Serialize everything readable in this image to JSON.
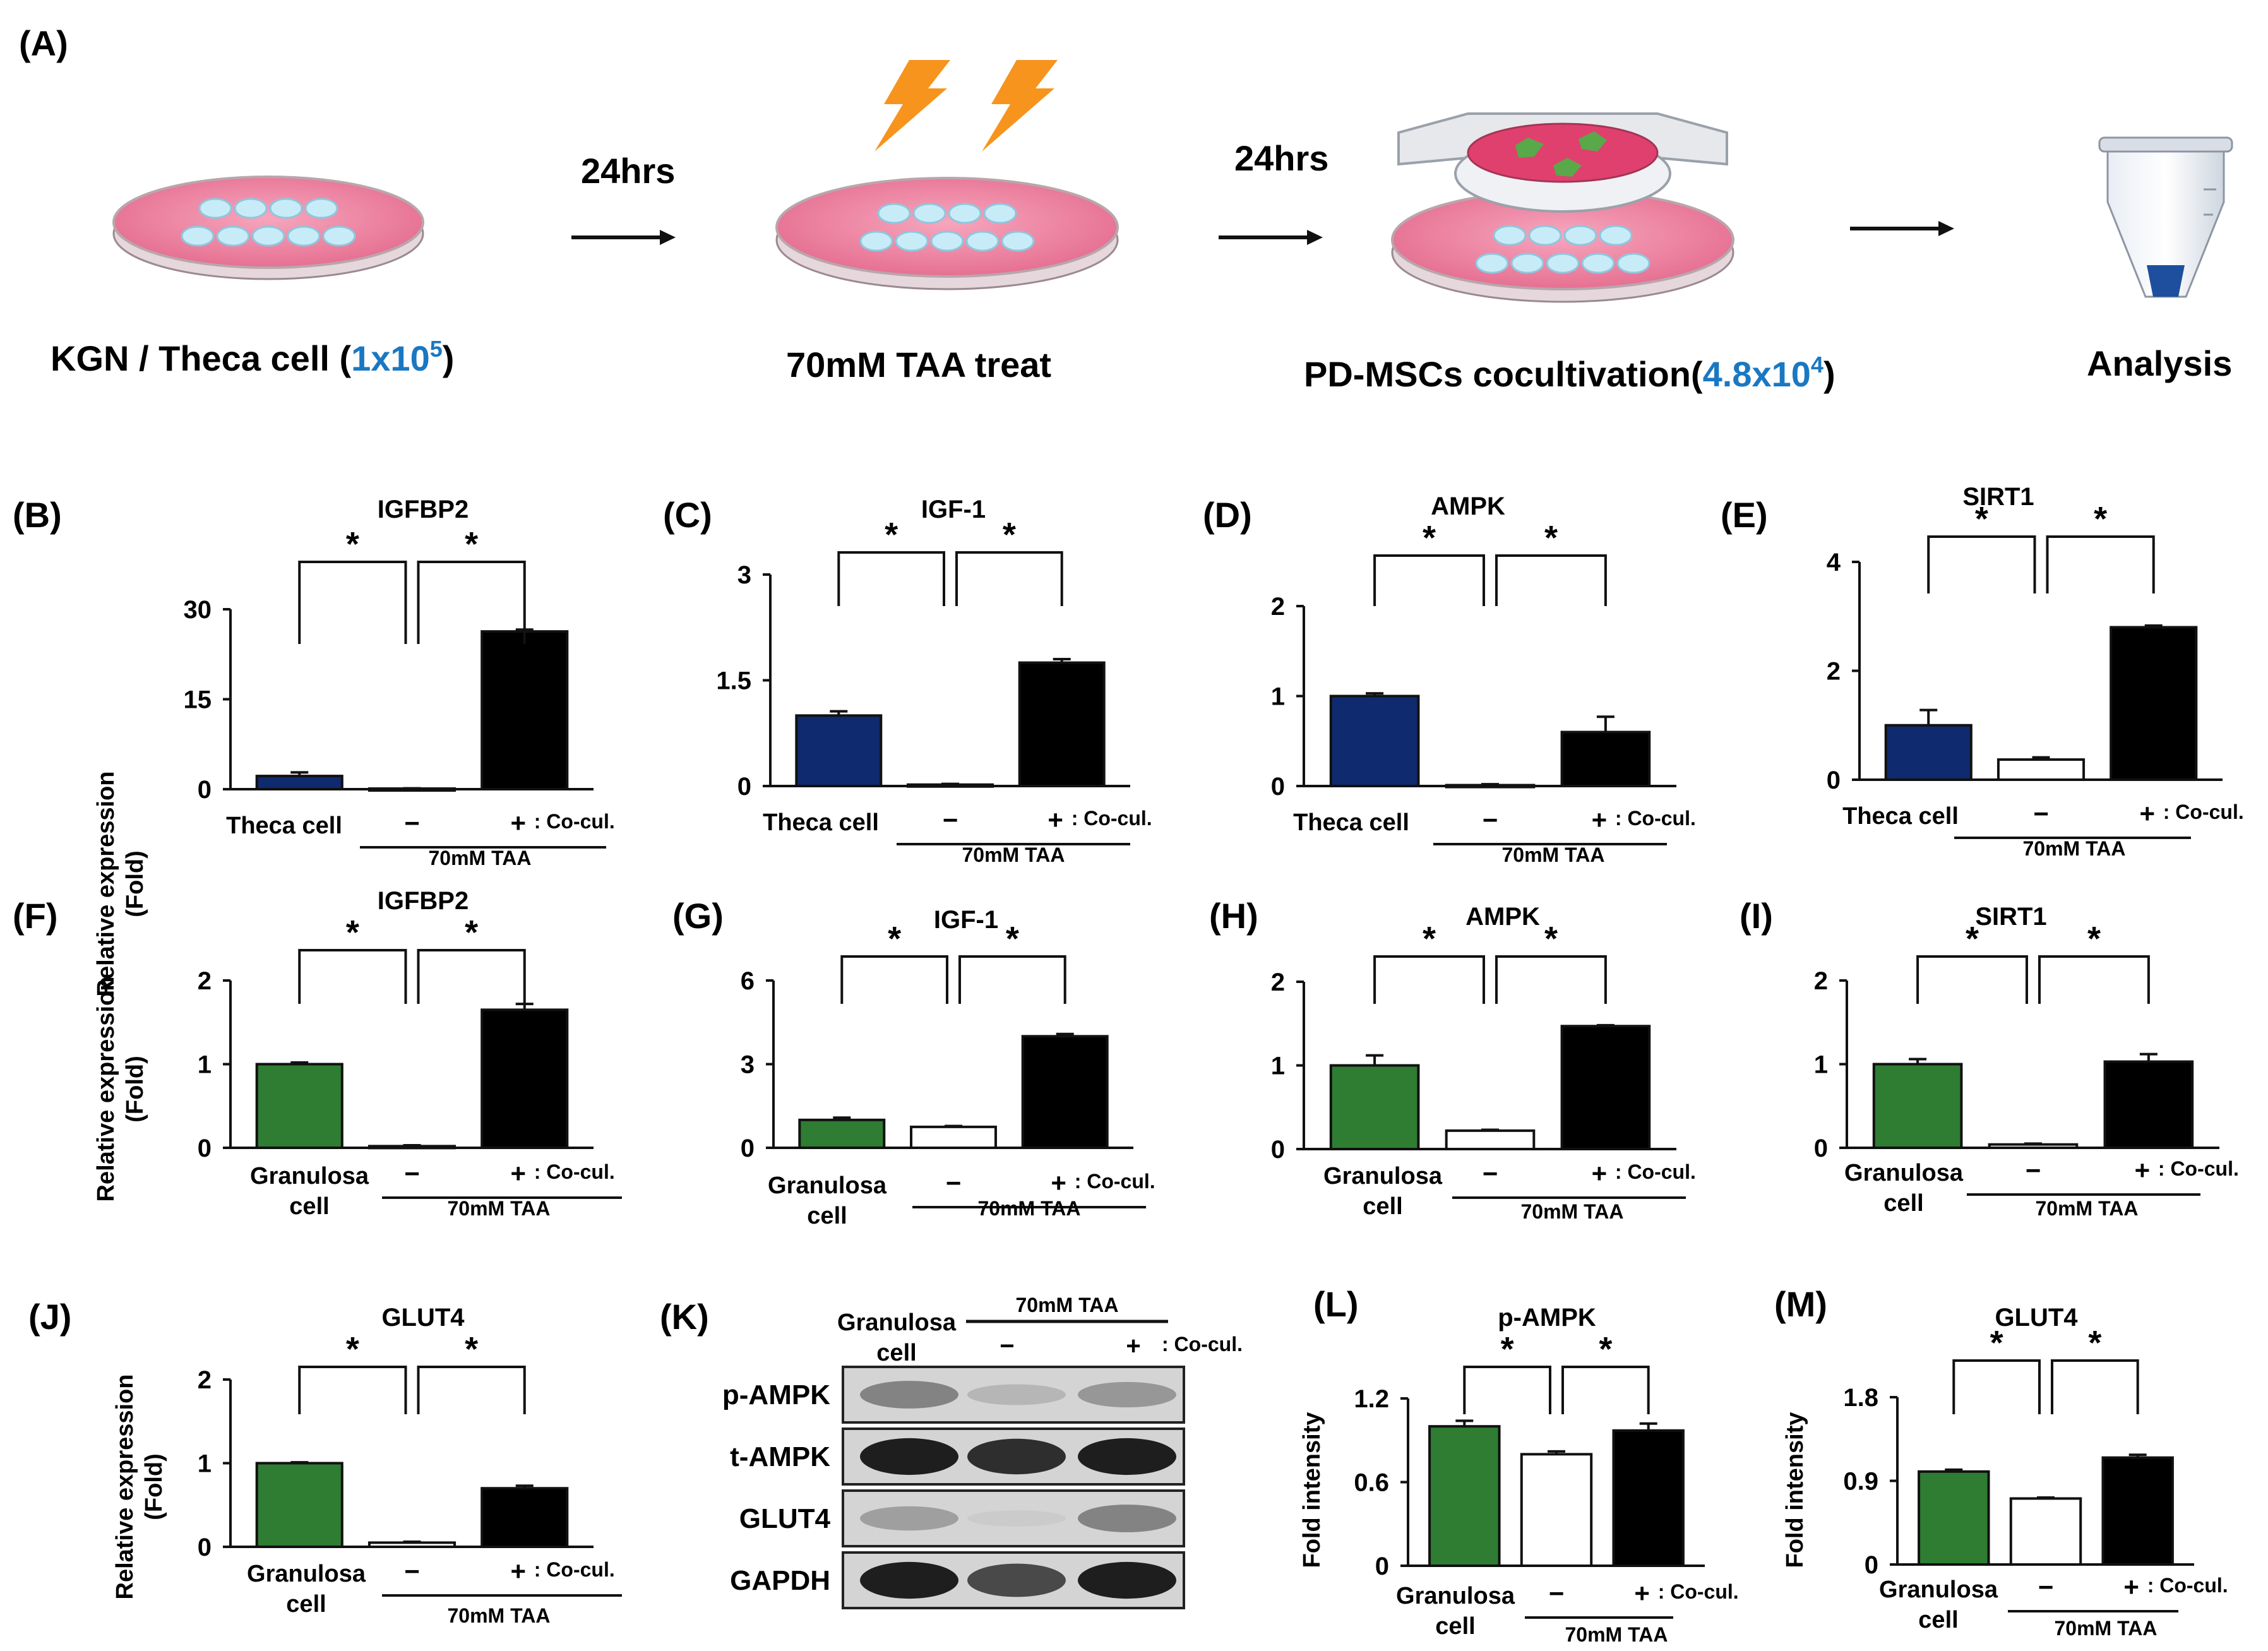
{
  "panel_a": {
    "label": "(A)",
    "step1": {
      "text": "KGN / Theca cell (",
      "num": "1x10",
      "exp": "5",
      "close": ")"
    },
    "arrow1": "24hrs",
    "step2": "70mM TAA treat",
    "arrow2": "24hrs",
    "step3": {
      "text": "PD-MSCs cocultivation(",
      "num": "4.8x10",
      "exp": "4",
      "close": ")"
    },
    "step4": "Analysis",
    "colors": {
      "dish_pink": "#f08aa5",
      "cell_blue": "#b9e4f3",
      "bolt": "#f7941d",
      "number_blue": "#1a78c2",
      "msc_green": "#59a84a",
      "tube_blue": "#1d4f9e"
    }
  },
  "chart_data": [
    {
      "id": "B",
      "label": "(B)",
      "type": "bar",
      "title": "IGFBP2",
      "ylabel": "Relative expression (Fold)",
      "ticks": [
        "0",
        "15",
        "30"
      ],
      "ylim": [
        0,
        30
      ],
      "first_cat": [
        "Theca cell"
      ],
      "treat_label": "70mM TAA",
      "cocul_label": ": Co-cul.",
      "minus": "−",
      "plus": "+",
      "star": "*",
      "values": [
        2.2,
        0.1,
        26.3
      ],
      "errors": [
        0.6,
        0.05,
        0.3
      ],
      "colors": [
        "#0f2a6e",
        "#ffffff",
        "#000000"
      ]
    },
    {
      "id": "C",
      "label": "(C)",
      "type": "bar",
      "title": "IGF-1",
      "ylabel": "",
      "ticks": [
        "0",
        "1.5",
        "3"
      ],
      "ylim": [
        0,
        3
      ],
      "first_cat": [
        "Theca cell"
      ],
      "treat_label": "70mM TAA",
      "cocul_label": ": Co-cul.",
      "minus": "−",
      "plus": "+",
      "star": "*",
      "values": [
        1.0,
        0.02,
        1.75
      ],
      "errors": [
        0.06,
        0.01,
        0.05
      ],
      "colors": [
        "#0f2a6e",
        "#ffffff",
        "#000000"
      ]
    },
    {
      "id": "D",
      "label": "(D)",
      "type": "bar",
      "title": "AMPK",
      "ylabel": "",
      "ticks": [
        "0",
        "1",
        "2"
      ],
      "ylim": [
        0,
        2
      ],
      "first_cat": [
        "Theca cell"
      ],
      "treat_label": "70mM TAA",
      "cocul_label": ": Co-cul.",
      "minus": "−",
      "plus": "+",
      "star": "*",
      "values": [
        1.0,
        0.01,
        0.6
      ],
      "errors": [
        0.03,
        0.01,
        0.17
      ],
      "colors": [
        "#0f2a6e",
        "#ffffff",
        "#000000"
      ]
    },
    {
      "id": "E",
      "label": "(E)",
      "type": "bar",
      "title": "SIRT1",
      "ylabel": "",
      "ticks": [
        "0",
        "2",
        "4"
      ],
      "ylim": [
        0,
        4
      ],
      "first_cat": [
        "Theca cell"
      ],
      "treat_label": "70mM TAA",
      "cocul_label": ": Co-cul.",
      "minus": "−",
      "plus": "+",
      "star": "*",
      "values": [
        1.0,
        0.37,
        2.8
      ],
      "errors": [
        0.28,
        0.04,
        0.03
      ],
      "colors": [
        "#0f2a6e",
        "#ffffff",
        "#000000"
      ]
    },
    {
      "id": "F",
      "label": "(F)",
      "type": "bar",
      "title": "IGFBP2",
      "ylabel": "Relative expression (Fold)",
      "ticks": [
        "0",
        "1",
        "2"
      ],
      "ylim": [
        0,
        2
      ],
      "first_cat": [
        "Granulosa",
        "cell"
      ],
      "treat_label": "70mM TAA",
      "cocul_label": ": Co-cul.",
      "minus": "−",
      "plus": "+",
      "star": "*",
      "values": [
        1.0,
        0.02,
        1.65
      ],
      "errors": [
        0.02,
        0.01,
        0.07
      ],
      "colors": [
        "#2e7d32",
        "#ffffff",
        "#000000"
      ]
    },
    {
      "id": "G",
      "label": "(G)",
      "type": "bar",
      "title": "IGF-1",
      "ylabel": "",
      "ticks": [
        "0",
        "3",
        "6"
      ],
      "ylim": [
        0,
        6
      ],
      "first_cat": [
        "Granulosa",
        "cell"
      ],
      "treat_label": "70mM TAA",
      "cocul_label": ": Co-cul.",
      "minus": "−",
      "plus": "+",
      "star": "*",
      "values": [
        1.0,
        0.75,
        4.0
      ],
      "errors": [
        0.08,
        0.03,
        0.08
      ],
      "colors": [
        "#2e7d32",
        "#ffffff",
        "#000000"
      ]
    },
    {
      "id": "H",
      "label": "(H)",
      "type": "bar",
      "title": "AMPK",
      "ylabel": "",
      "ticks": [
        "0",
        "1",
        "2"
      ],
      "ylim": [
        0,
        2
      ],
      "first_cat": [
        "Granulosa",
        "cell"
      ],
      "treat_label": "70mM TAA",
      "cocul_label": ": Co-cul.",
      "minus": "−",
      "plus": "+",
      "star": "*",
      "values": [
        1.0,
        0.22,
        1.47
      ],
      "errors": [
        0.12,
        0.01,
        0.01
      ],
      "colors": [
        "#2e7d32",
        "#ffffff",
        "#000000"
      ]
    },
    {
      "id": "I",
      "label": "(I)",
      "type": "bar",
      "title": "SIRT1",
      "ylabel": "",
      "ticks": [
        "0",
        "1",
        "2"
      ],
      "ylim": [
        0,
        2
      ],
      "first_cat": [
        "Granulosa",
        "cell"
      ],
      "treat_label": "70mM TAA",
      "cocul_label": ": Co-cul.",
      "minus": "−",
      "plus": "+",
      "star": "*",
      "values": [
        1.0,
        0.04,
        1.03
      ],
      "errors": [
        0.06,
        0.01,
        0.09
      ],
      "colors": [
        "#2e7d32",
        "#ffffff",
        "#000000"
      ]
    },
    {
      "id": "J",
      "label": "(J)",
      "type": "bar",
      "title": "GLUT4",
      "ylabel": "Relative expression (Fold)",
      "ticks": [
        "0",
        "1",
        "2"
      ],
      "ylim": [
        0,
        2
      ],
      "first_cat": [
        "Granulosa",
        "cell"
      ],
      "treat_label": "70mM TAA",
      "cocul_label": ": Co-cul.",
      "minus": "−",
      "plus": "+",
      "star": "*",
      "values": [
        1.0,
        0.05,
        0.7
      ],
      "errors": [
        0.01,
        0.01,
        0.03
      ],
      "colors": [
        "#2e7d32",
        "#ffffff",
        "#000000"
      ]
    },
    {
      "id": "L",
      "label": "(L)",
      "type": "bar",
      "title": "p-AMPK",
      "ylabel": "Fold intensity",
      "ticks": [
        "0",
        "0.6",
        "1.2"
      ],
      "ylim": [
        0,
        1.2
      ],
      "first_cat": [
        "Granulosa",
        "cell"
      ],
      "treat_label": "70mM TAA",
      "cocul_label": ": Co-cul.",
      "minus": "−",
      "plus": "+",
      "star": "*",
      "values": [
        1.0,
        0.8,
        0.97
      ],
      "errors": [
        0.04,
        0.02,
        0.05
      ],
      "colors": [
        "#2e7d32",
        "#ffffff",
        "#000000"
      ]
    },
    {
      "id": "M",
      "label": "(M)",
      "type": "bar",
      "title": "GLUT4",
      "ylabel": "Fold intensity",
      "ticks": [
        "0",
        "0.9",
        "1.8"
      ],
      "ylim": [
        0,
        1.8
      ],
      "first_cat": [
        "Granulosa",
        "cell"
      ],
      "treat_label": "70mM TAA",
      "cocul_label": ": Co-cul.",
      "minus": "−",
      "plus": "+",
      "star": "*",
      "values": [
        1.0,
        0.71,
        1.15
      ],
      "errors": [
        0.02,
        0.01,
        0.03
      ],
      "colors": [
        "#2e7d32",
        "#ffffff",
        "#000000"
      ]
    }
  ],
  "panel_k": {
    "label": "(K)",
    "col_head": [
      "Granulosa",
      "cell"
    ],
    "treat_label": "70mM TAA",
    "minus": "−",
    "plus": "+",
    "cocul_label": ": Co-cul.",
    "rows": [
      {
        "name": "p-AMPK",
        "intensity": [
          0.55,
          0.25,
          0.45
        ]
      },
      {
        "name": "t-AMPK",
        "intensity": [
          0.95,
          0.9,
          0.95
        ]
      },
      {
        "name": "GLUT4",
        "intensity": [
          0.4,
          0.05,
          0.55
        ]
      },
      {
        "name": "GAPDH",
        "intensity": [
          0.95,
          0.8,
          0.95
        ]
      }
    ]
  }
}
